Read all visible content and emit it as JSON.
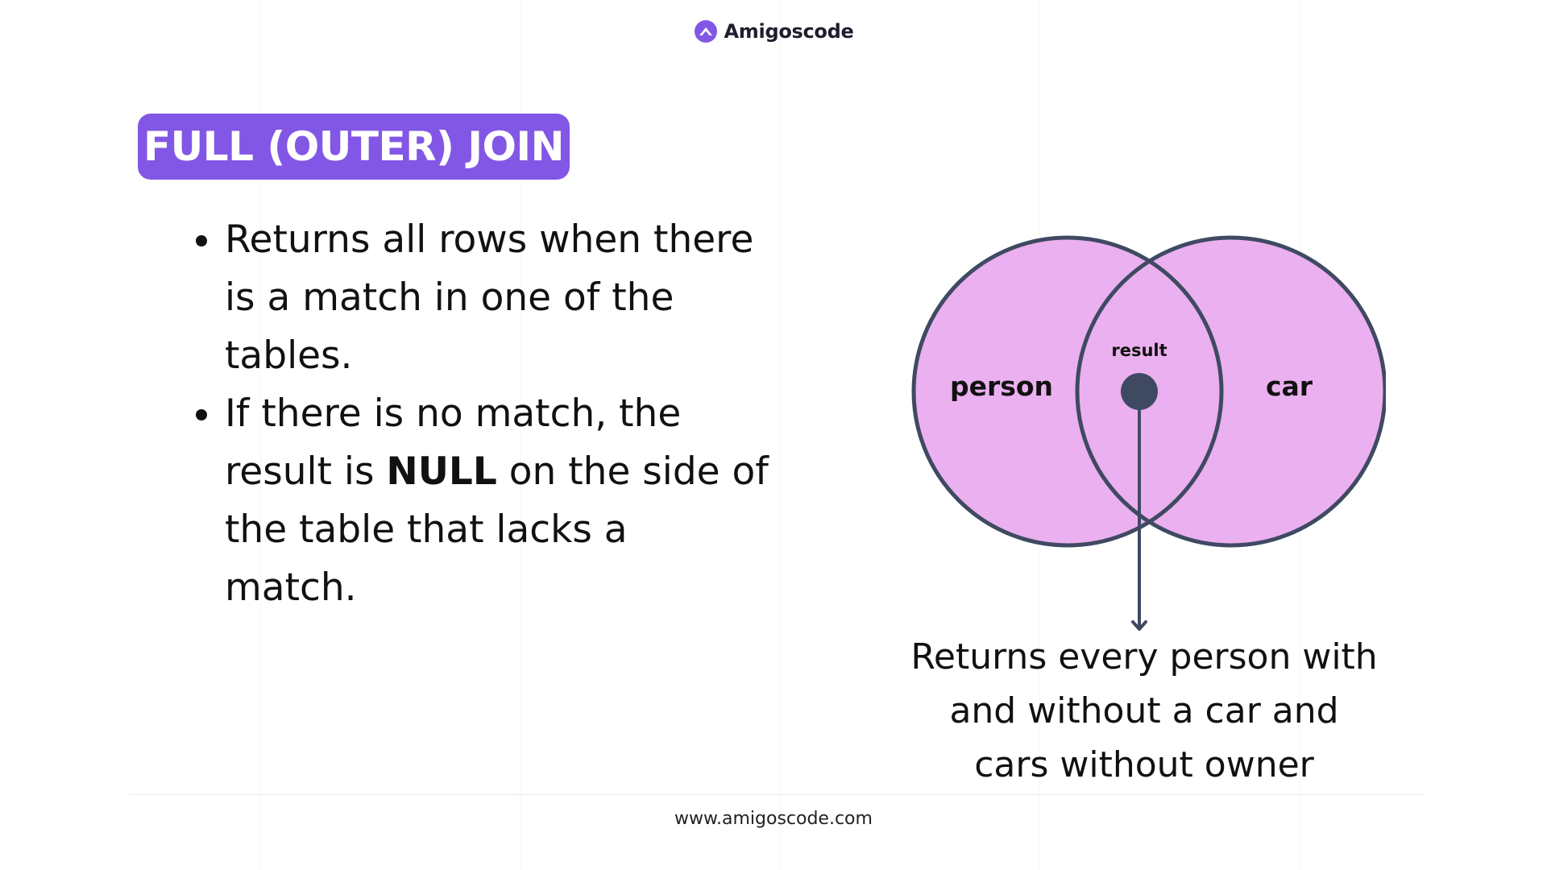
{
  "brand": {
    "name": "Amigoscode",
    "accent": "#8257e5"
  },
  "title": "FULL (OUTER) JOIN",
  "bullets": [
    {
      "lines": [
        "Returns all rows when there",
        "is a match in one of the",
        "tables."
      ]
    },
    {
      "line1": "If there is no match, the",
      "line2_before": "result is ",
      "line2_bold": "NULL",
      "line2_after": " on the side of",
      "line3": "the table that lacks a",
      "line4": "match."
    }
  ],
  "diagram": {
    "left_label": "person",
    "right_label": "car",
    "center_label": "result",
    "fill_color": "#ebb0ef",
    "stroke_color": "#3f4a62",
    "caption_lines": [
      "Returns every person with",
      "and without a car and",
      "cars without owner"
    ]
  },
  "footer": {
    "url": "www.amigoscode.com"
  }
}
